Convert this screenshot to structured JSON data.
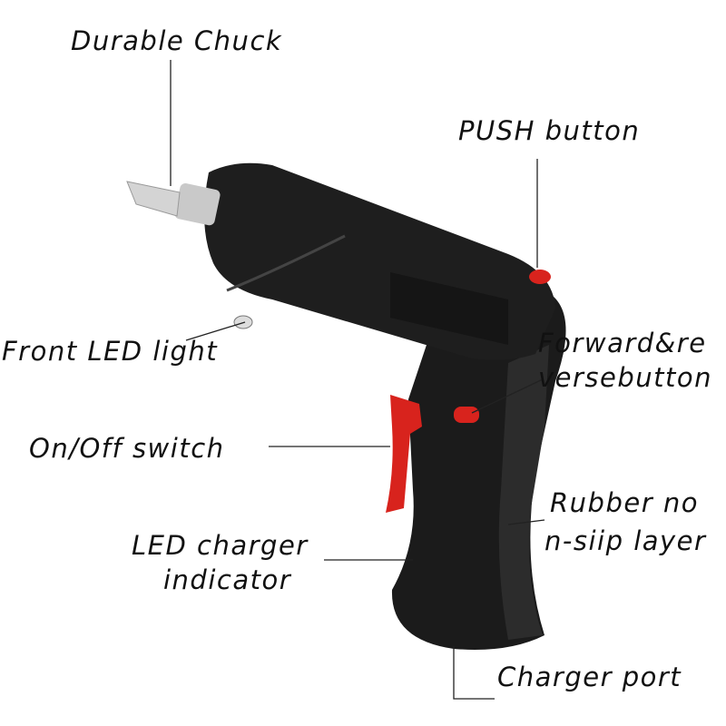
{
  "labels": {
    "chuck": "Durable Chuck",
    "push": "PUSH button",
    "led": "Front LED light",
    "fr1": "Forward&re",
    "fr2": "versebutton",
    "onoff": "On/Off switch",
    "rubber1": "Rubber no",
    "rubber2": "n-siip layer",
    "charger1": "LED charger",
    "charger2": "indicator",
    "port": "Charger port"
  },
  "colors": {
    "body": "#1e1e1e",
    "accent": "#d8231d",
    "metal": "#c9c9c9"
  }
}
